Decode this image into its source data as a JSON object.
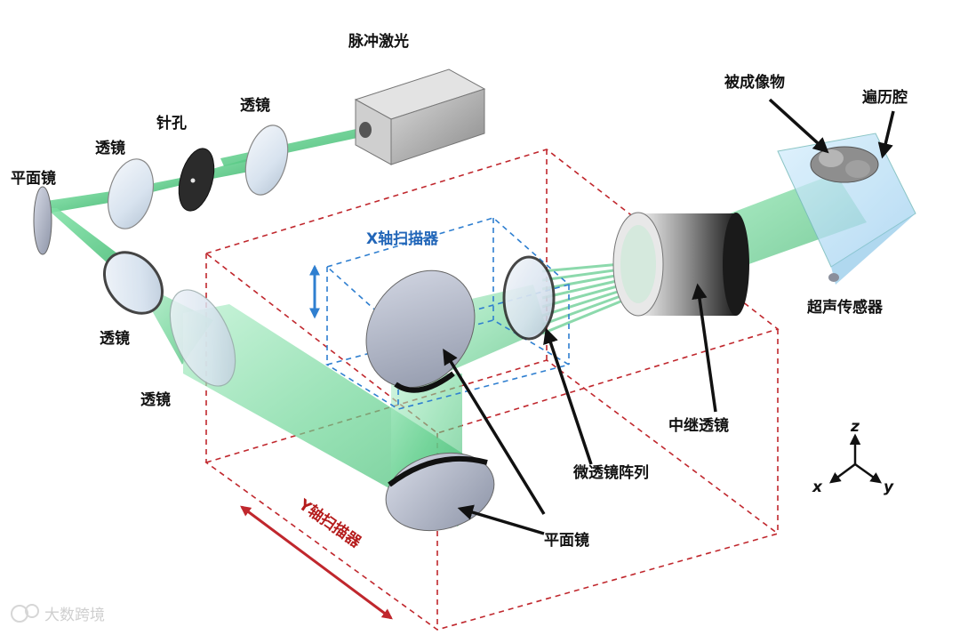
{
  "labels": {
    "pulse_laser": "脉冲激光",
    "lens": "透镜",
    "pinhole": "针孔",
    "plane_mirror": "平面镜",
    "imaged_object": "被成像物",
    "ergodic_cavity": "遍历腔",
    "ultrasound_sensor": "超声传感器",
    "x_scanner": "X轴扫描器",
    "y_scanner": "Y轴扫描器",
    "relay_lens": "中继透镜",
    "microlens_array": "微透镜阵列",
    "axis_x": "x",
    "axis_y": "y",
    "axis_z": "z"
  },
  "watermark": "大数跨境",
  "colors": {
    "beam": "#3dbf73",
    "x_scanner_box": "#2f7fd0",
    "y_scanner_box": "#c0272d",
    "label_blue": "#2266b8",
    "label_red": "#b51c1c"
  }
}
